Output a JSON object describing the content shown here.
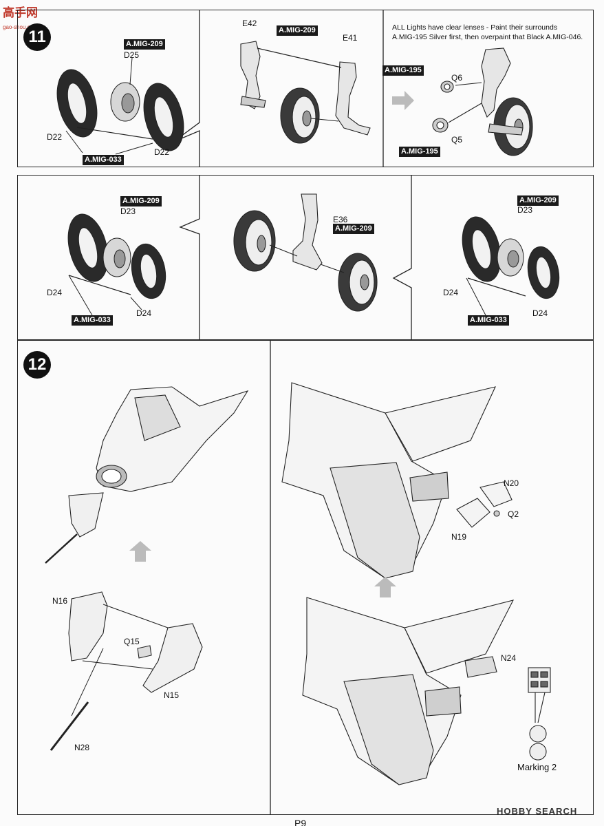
{
  "watermark_top": {
    "text": "高手网",
    "url": "gao-shou.com"
  },
  "watermark_bottom": {
    "text": "HOBBY SEARCH"
  },
  "page_number": "P9",
  "steps": [
    {
      "number": "11"
    },
    {
      "number": "12"
    }
  ],
  "panel_1a": {
    "paint_top": "A.MIG-209",
    "part_hub": "D25",
    "part_left": "D22",
    "part_right": "D22",
    "paint_bottom": "A.MIG-033"
  },
  "panel_1b": {
    "part_top": "E42",
    "paint": "A.MIG-209",
    "part_right": "E41"
  },
  "panel_1c": {
    "note_line1": "ALL Lights have clear lenses - Paint their surrounds",
    "note_line2": "A.MIG-195 Silver first, then overpaint that Black A.MIG-046.",
    "paint_q6": "A.MIG-195",
    "part_q6": "Q6",
    "paint_q5": "A.MIG-195",
    "part_q5": "Q5"
  },
  "panel_2a": {
    "paint_top": "A.MIG-209",
    "part_hub": "D23",
    "part_left": "D24",
    "part_right": "D24",
    "paint_bottom": "A.MIG-033"
  },
  "panel_2b": {
    "part": "E36",
    "paint": "A.MIG-209"
  },
  "panel_2c": {
    "paint_top": "A.MIG-209",
    "part_hub": "D23",
    "part_left": "D24",
    "part_right": "D24",
    "paint_bottom": "A.MIG-033"
  },
  "panel_3a": {
    "part_n16": "N16",
    "part_q15": "Q15",
    "part_n15": "N15",
    "part_n28": "N28"
  },
  "panel_3b": {
    "part_n20": "N20",
    "part_q2": "Q2",
    "part_n19": "N19",
    "part_n24": "N24",
    "marking": "Marking 2"
  }
}
